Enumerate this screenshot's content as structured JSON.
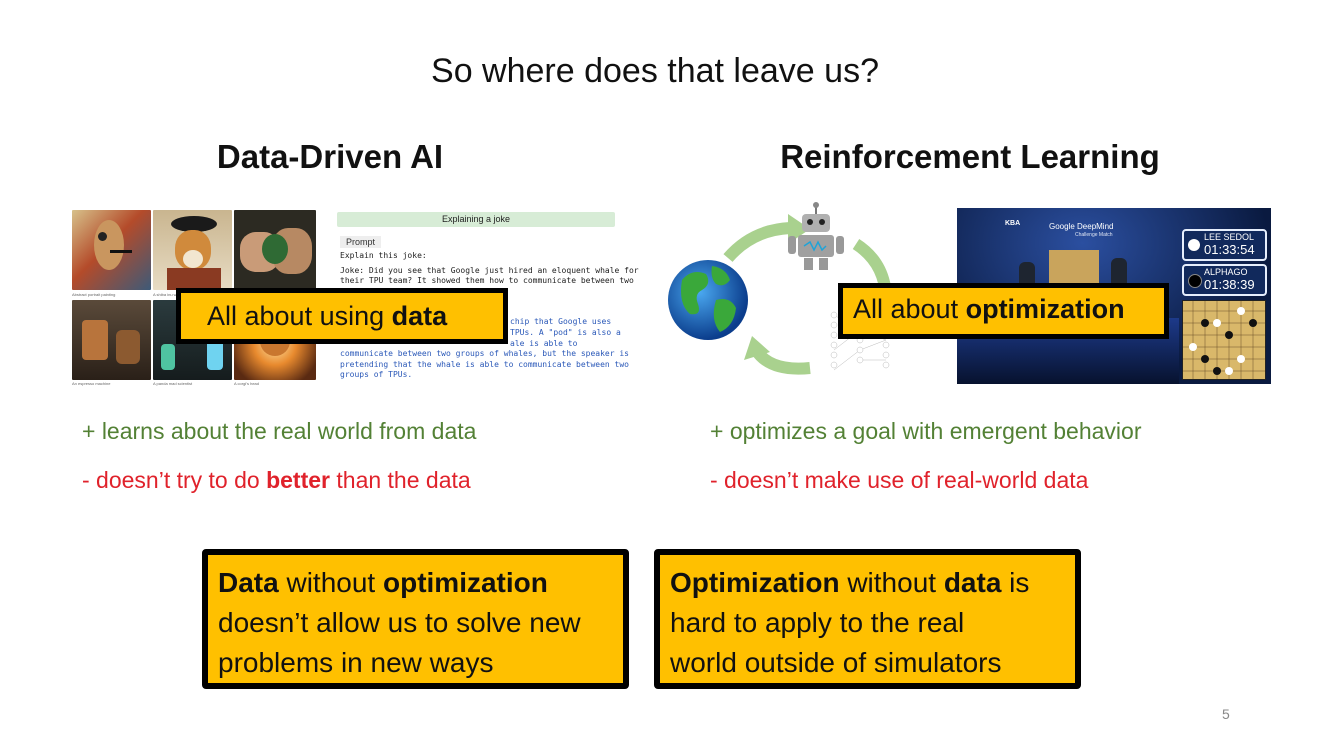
{
  "slide": {
    "title": "So where does that leave us?",
    "page_number": "5"
  },
  "left": {
    "heading": "Data-Driven AI",
    "overlay_prefix": "All about using ",
    "overlay_bold": "data",
    "plus_text": "+ learns about the real world from data",
    "minus_prefix": "- doesn’t try to do ",
    "minus_bold": "better",
    "minus_suffix": " than the data",
    "box_bold1": "Data",
    "box_t1": " without ",
    "box_bold2": "optimization",
    "box_line2": "doesn’t allow us to solve new",
    "box_line3": "problems in new ways",
    "doc": {
      "header": "Explaining a joke",
      "prompt_label": "Prompt",
      "lines": [
        "Explain this joke:",
        "Joke: Did you see that Google just hired an eloquent whale for",
        "their TPU team? It showed them how to communicate between two"
      ],
      "answer_lines": [
        "chip that Google uses",
        "TPUs. A \"pod\" is also a",
        "ale is able to",
        "communicate between two groups of whales, but the speaker is",
        "pretending that the whale is able to communicate between two",
        "groups of TPUs."
      ]
    }
  },
  "right": {
    "heading": "Reinforcement Learning",
    "overlay_prefix": "All about ",
    "overlay_bold": "optimization",
    "plus_text": "+ optimizes a goal with emergent behavior",
    "minus_text": "- doesn’t make use of real-world data",
    "box_bold1": "Optimization",
    "box_t1": " without ",
    "box_bold2": "data",
    "box_t2": " is",
    "box_line2": "hard to apply to the real",
    "box_line3": "world outside of simulators",
    "go": {
      "logo_left": "KBA",
      "logo_center": "Google DeepMind",
      "event": "Challenge Match",
      "player1": "LEE SEDOL",
      "time1": "01:33:54",
      "player2": "ALPHAGO",
      "time2": "01:38:39"
    }
  },
  "colors": {
    "highlight": "#ffc000",
    "positive": "#538135",
    "negative": "#e0222b"
  }
}
